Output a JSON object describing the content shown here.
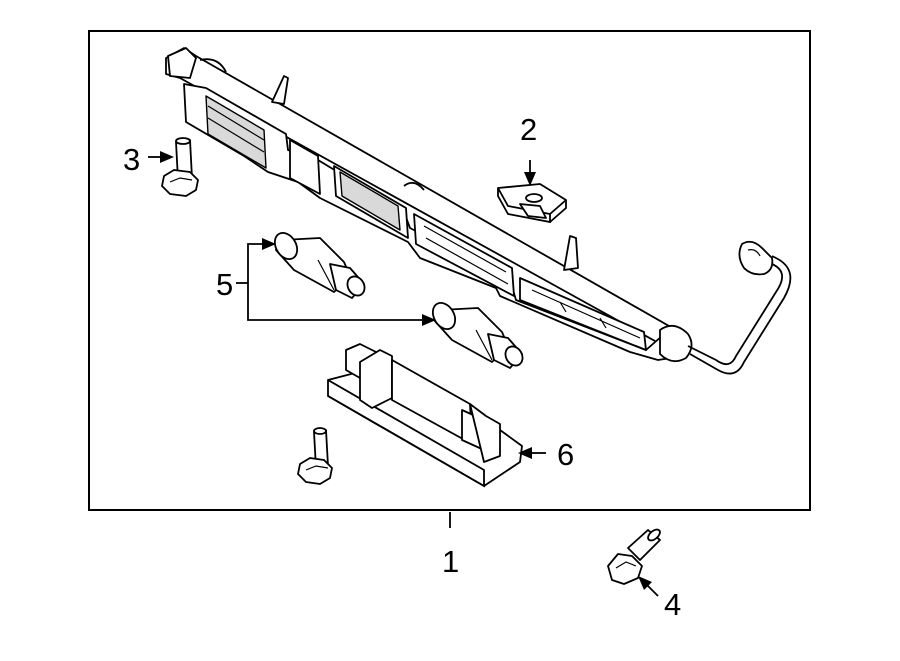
{
  "callouts": {
    "c1": "1",
    "c2": "2",
    "c3": "3",
    "c4": "4",
    "c5": "5",
    "c6": "6"
  },
  "colors": {
    "line": "#000000",
    "background": "#ffffff",
    "shade": "#d9d9d9"
  }
}
